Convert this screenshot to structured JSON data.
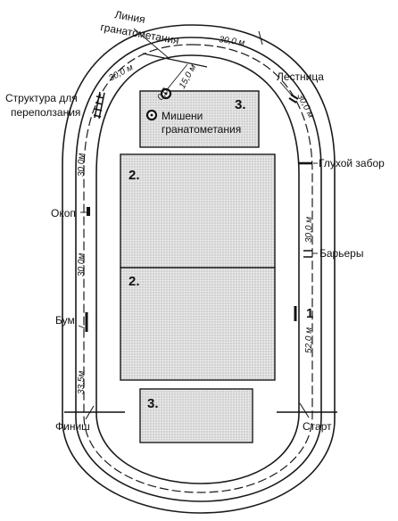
{
  "labels": {
    "grenade_line": [
      "Линия",
      "гранатометания"
    ],
    "crawl_structure": [
      "Структура для",
      "переползания"
    ],
    "targets": [
      "Мишени",
      "гранатометания"
    ],
    "ladder": "Лестница",
    "blind_fence": "Глухой забор",
    "trench": "Окоп",
    "hurdles": "Барьеры",
    "beam": "Бум",
    "finish": "Финиш",
    "start": "Старт"
  },
  "zones": {
    "top_area": "3.",
    "field_upper": "2.",
    "field_lower": "2.",
    "bottom_area": "3.",
    "lane_mark": "1"
  },
  "measurements": {
    "top_arc": "30,0 м",
    "top_left": "30,0 м",
    "top_right": "30,0 м",
    "left_upper": "30,0м",
    "left_middle": "30,0м",
    "left_lower": "33,5м",
    "right_upper": "30,0 м",
    "right_lower": "52,0 м",
    "target_near": "0,0",
    "target_far": "15,0 м"
  },
  "colors": {
    "stroke": "#1a1a1a",
    "field_fill": "#dcdcdc"
  }
}
